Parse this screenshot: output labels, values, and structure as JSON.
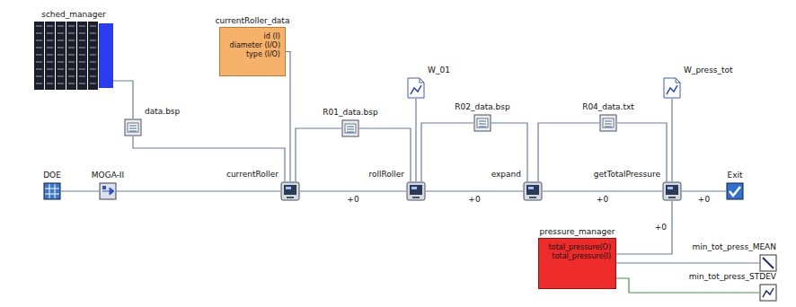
{
  "diagram": {
    "nodes": [
      {
        "text": [
          "sched_manager"
        ]
      },
      {
        "text": [
          "currentRoller_data",
          "id (I)",
          "diameter (I/O)",
          "type (I/O)"
        ]
      },
      {
        "text": [
          "W_01"
        ]
      },
      {
        "text": [
          "W_press_tot"
        ]
      },
      {
        "text": [
          "data.bsp"
        ]
      },
      {
        "text": [
          "R01_data.bsp"
        ]
      },
      {
        "text": [
          "R02_data.bsp"
        ]
      },
      {
        "text": [
          "R04_data.txt"
        ]
      },
      {
        "text": [
          "DOE"
        ]
      },
      {
        "text": [
          "MOGA-II"
        ]
      },
      {
        "text": [
          "currentRoller"
        ]
      },
      {
        "text": [
          "rollRoller"
        ]
      },
      {
        "text": [
          "expand"
        ]
      },
      {
        "text": [
          "getTotalPressure"
        ]
      },
      {
        "text": [
          "Exit"
        ]
      },
      {
        "text": [
          "pressure_manager",
          "total_pressure(O)",
          "total_pressure(I)"
        ]
      },
      {
        "text": [
          "min_tot_press_MEAN"
        ]
      },
      {
        "text": [
          "min_tot_press_STDEV"
        ]
      }
    ],
    "edges": [
      {
        "from": 8,
        "to": 9,
        "arrow": "none"
      },
      {
        "from": 9,
        "to": 10,
        "arrow": "none"
      },
      {
        "from": 10,
        "to": 11,
        "label": "+0",
        "arrow": "none"
      },
      {
        "from": 11,
        "to": 12,
        "label": "+0",
        "arrow": "none"
      },
      {
        "from": 12,
        "to": 13,
        "label": "+0",
        "arrow": "none"
      },
      {
        "from": 13,
        "to": 14,
        "label": "+0",
        "arrow": "none"
      },
      {
        "from": 0,
        "to": 4,
        "arrow": "none"
      },
      {
        "from": 4,
        "to": 10,
        "arrow": "none"
      },
      {
        "from": 1,
        "to": 10,
        "arrow": "none"
      },
      {
        "from": 10,
        "to": 5,
        "arrow": "none"
      },
      {
        "from": 5,
        "to": 11,
        "arrow": "none"
      },
      {
        "from": 2,
        "to": 11,
        "arrow": "none"
      },
      {
        "from": 11,
        "to": 6,
        "arrow": "none"
      },
      {
        "from": 6,
        "to": 12,
        "arrow": "none"
      },
      {
        "from": 12,
        "to": 7,
        "arrow": "none"
      },
      {
        "from": 7,
        "to": 13,
        "arrow": "none"
      },
      {
        "from": 3,
        "to": 13,
        "arrow": "none"
      },
      {
        "from": 13,
        "to": 15,
        "label": "+0",
        "arrow": "none"
      },
      {
        "from": 15,
        "to": 16,
        "arrow": "none"
      },
      {
        "from": 15,
        "to": 17,
        "arrow": "none"
      }
    ]
  }
}
